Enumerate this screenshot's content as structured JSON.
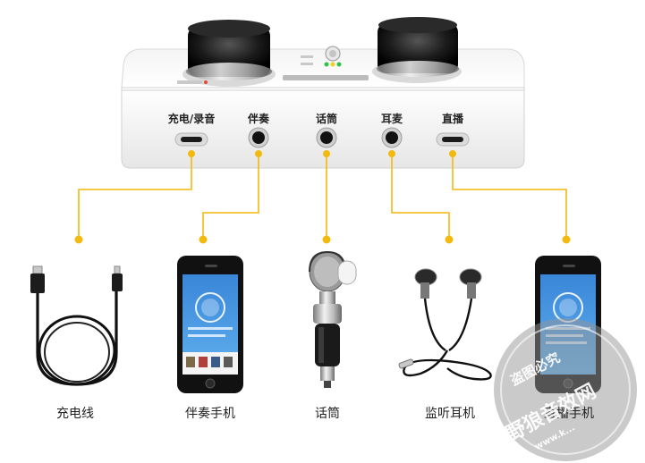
{
  "ports": [
    {
      "label": "充电/录音"
    },
    {
      "label": "伴奏"
    },
    {
      "label": "话筒"
    },
    {
      "label": "耳麦"
    },
    {
      "label": "直播"
    }
  ],
  "devices": [
    {
      "label": "充电线",
      "icon": "usb-cable-icon"
    },
    {
      "label": "伴奏手机",
      "icon": "smartphone-icon"
    },
    {
      "label": "话筒",
      "icon": "condenser-microphone-icon"
    },
    {
      "label": "监听耳机",
      "icon": "earphones-icon"
    },
    {
      "label": "直播手机",
      "icon": "smartphone-icon"
    }
  ],
  "watermark": {
    "line1": "盗图必究",
    "line2": "野狼音效网",
    "line3": "www.k..."
  },
  "colors": {
    "connector": "#f2b90f",
    "device_body": "#f4f4f4",
    "knob": "#1a1a1a"
  }
}
